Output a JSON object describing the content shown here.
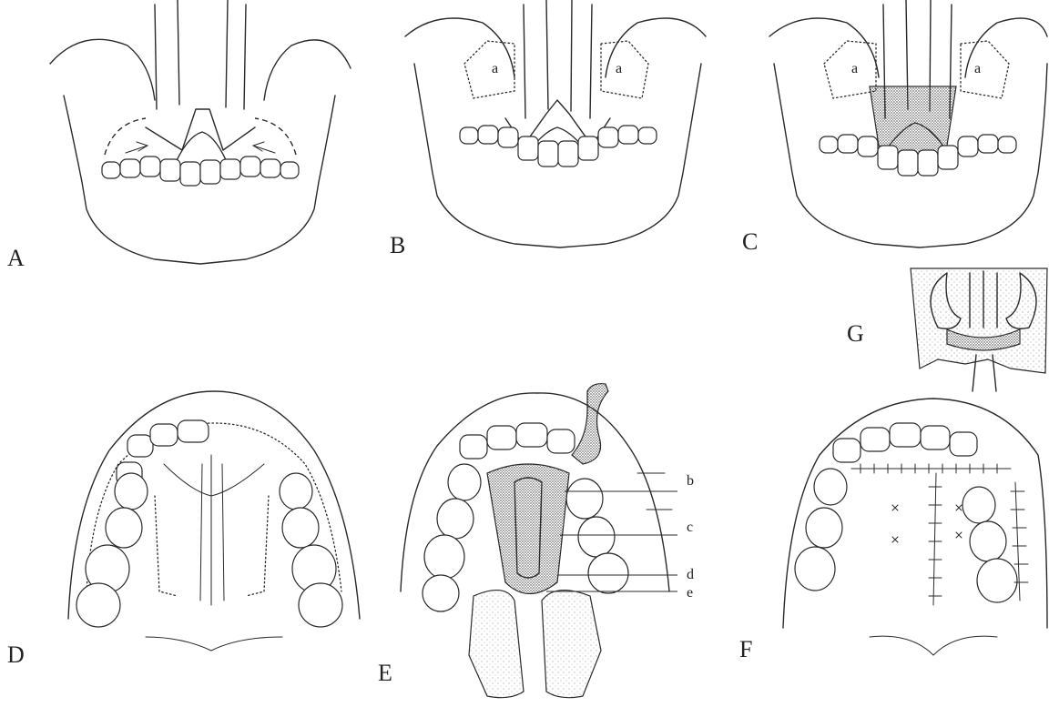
{
  "figure": {
    "panels": [
      {
        "id": "A",
        "label": "A"
      },
      {
        "id": "B",
        "label": "B",
        "marks": [
          "a",
          "a"
        ]
      },
      {
        "id": "C",
        "label": "C",
        "marks": [
          "a",
          "a"
        ]
      },
      {
        "id": "D",
        "label": "D"
      },
      {
        "id": "E",
        "label": "E",
        "callouts": [
          "b",
          "c",
          "d",
          "e"
        ]
      },
      {
        "id": "F",
        "label": "F"
      },
      {
        "id": "G",
        "label": "G"
      }
    ]
  }
}
